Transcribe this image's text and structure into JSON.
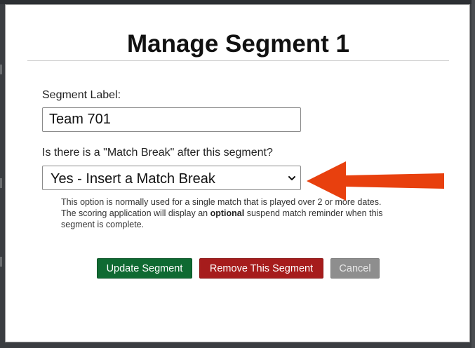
{
  "modal": {
    "title": "Manage Segment 1",
    "segment_label": {
      "label": "Segment Label:",
      "value": "Team 701"
    },
    "match_break": {
      "label": "Is there is a \"Match Break\" after this segment?",
      "selected": "Yes - Insert a Match Break",
      "help_prefix": "This option is normally used for a single match that is played over 2 or more dates. The scoring application will display an ",
      "help_bold": "optional",
      "help_suffix": " suspend match reminder when this segment is complete."
    },
    "buttons": {
      "update": "Update Segment",
      "remove": "Remove This Segment",
      "cancel": "Cancel"
    }
  },
  "colors": {
    "update_button": "#0f6a32",
    "remove_button": "#a61c1c",
    "cancel_button": "#8e8e8e",
    "annotation_arrow": "#e8400e"
  },
  "icons": {
    "select_arrow": "chevron-down-icon",
    "annotation": "arrow-left-icon"
  }
}
